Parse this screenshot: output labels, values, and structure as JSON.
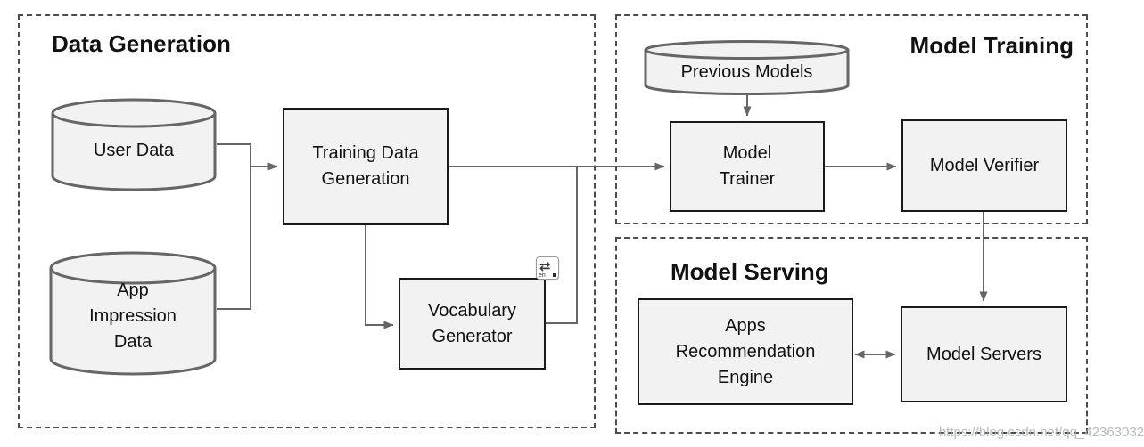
{
  "diagram": {
    "sections": [
      {
        "id": "data-generation",
        "title": "Data Generation"
      },
      {
        "id": "model-training",
        "title": "Model Training"
      },
      {
        "id": "model-serving",
        "title": "Model Serving"
      }
    ],
    "nodes": [
      {
        "id": "user-data",
        "label": "User Data",
        "shape": "cylinder",
        "section": "data-generation"
      },
      {
        "id": "app-impression-data",
        "label": "App Impression Data",
        "shape": "cylinder",
        "section": "data-generation"
      },
      {
        "id": "training-data-generation",
        "label": "Training Data Generation",
        "shape": "box",
        "section": "data-generation"
      },
      {
        "id": "vocabulary-generator",
        "label": "Vocabulary Generator",
        "shape": "box",
        "section": "data-generation"
      },
      {
        "id": "previous-models",
        "label": "Previous Models",
        "shape": "cylinder",
        "section": "model-training"
      },
      {
        "id": "model-trainer",
        "label": "Model Trainer",
        "shape": "box",
        "section": "model-training"
      },
      {
        "id": "model-verifier",
        "label": "Model Verifier",
        "shape": "box",
        "section": "model-training"
      },
      {
        "id": "model-servers",
        "label": "Model Servers",
        "shape": "box",
        "section": "model-serving"
      },
      {
        "id": "apps-recommendation-engine",
        "label": "Apps Recommendation Engine",
        "shape": "box",
        "section": "model-serving"
      }
    ],
    "edges": [
      {
        "from": "user-data",
        "to": "training-data-generation",
        "arrow": "end"
      },
      {
        "from": "app-impression-data",
        "to": "training-data-generation",
        "arrow": "end"
      },
      {
        "from": "training-data-generation",
        "to": "model-trainer",
        "arrow": "end"
      },
      {
        "from": "training-data-generation",
        "to": "vocabulary-generator",
        "arrow": "end"
      },
      {
        "from": "vocabulary-generator",
        "to": "model-trainer",
        "arrow": "merge"
      },
      {
        "from": "previous-models",
        "to": "model-trainer",
        "arrow": "end"
      },
      {
        "from": "model-trainer",
        "to": "model-verifier",
        "arrow": "end"
      },
      {
        "from": "model-verifier",
        "to": "model-servers",
        "arrow": "end"
      },
      {
        "from": "model-servers",
        "to": "apps-recommendation-engine",
        "arrow": "both"
      }
    ]
  },
  "overlay": {
    "translate_badge_lang": "en",
    "translate_badge_glyph": "⇄",
    "watermark": "https://blog.csdn.net/qq_42363032"
  },
  "colors": {
    "node_fill": "#f2f2f2",
    "box_border": "#1a1a1a",
    "cylinder_border": "#666666",
    "connector": "#666666",
    "section_border": "#4d4d4d",
    "title_text": "#111111",
    "watermark_text": "#a9afb4"
  }
}
